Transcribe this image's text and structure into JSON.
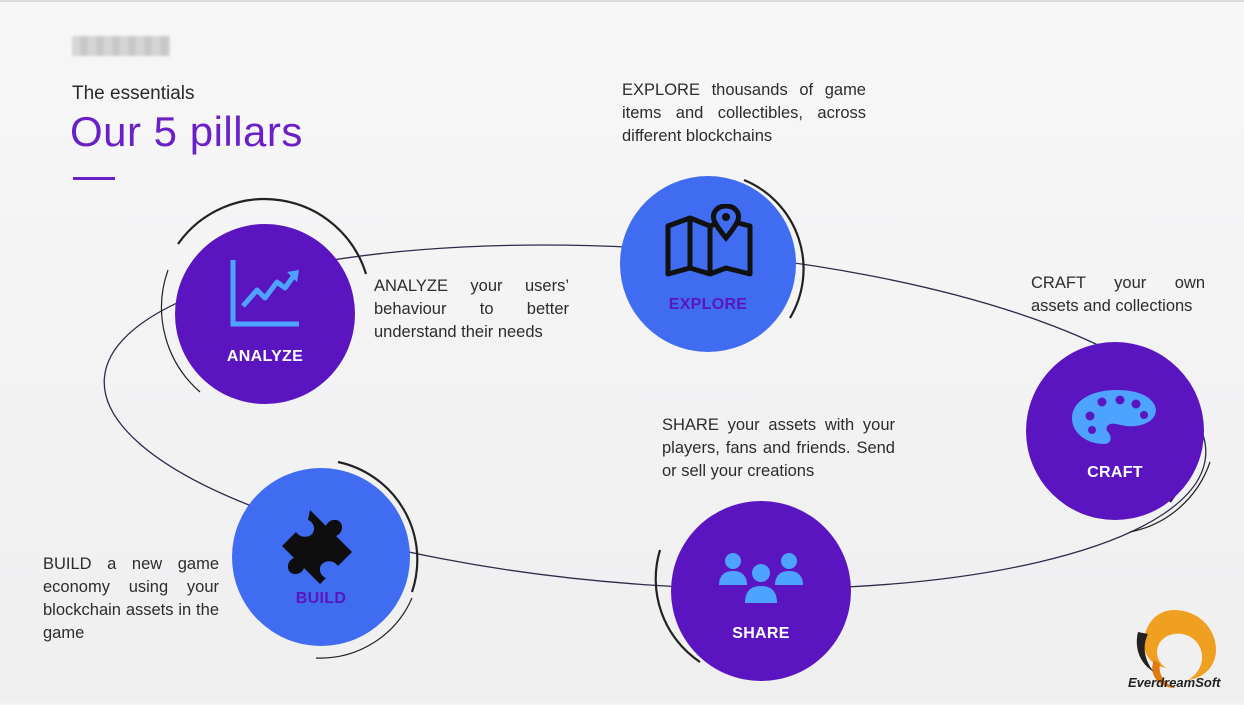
{
  "header": {
    "subtitle": "The essentials",
    "title": "Our 5 pillars"
  },
  "pillars": [
    {
      "label": "ANALYZE",
      "icon": "chart-trend-icon",
      "description": "ANALYZE your users’ behaviour to better understand their needs"
    },
    {
      "label": "EXPLORE",
      "icon": "map-pin-icon",
      "description": "EXPLORE thousands of game items and collectibles, across different blockchains"
    },
    {
      "label": "CRAFT",
      "icon": "palette-icon",
      "description": "CRAFT your own assets and collections"
    },
    {
      "label": "SHARE",
      "icon": "users-group-icon",
      "description": "SHARE your assets with your players, fans and friends. Send or sell your creations"
    },
    {
      "label": "BUILD",
      "icon": "puzzle-piece-icon",
      "description": "BUILD a new game economy using your blockchain assets in the game"
    }
  ],
  "brand": {
    "name": "EverdreamSoft",
    "colors": {
      "purple": "#5a15c0",
      "blue": "#3f6cf0",
      "orange": "#f0a020"
    }
  }
}
